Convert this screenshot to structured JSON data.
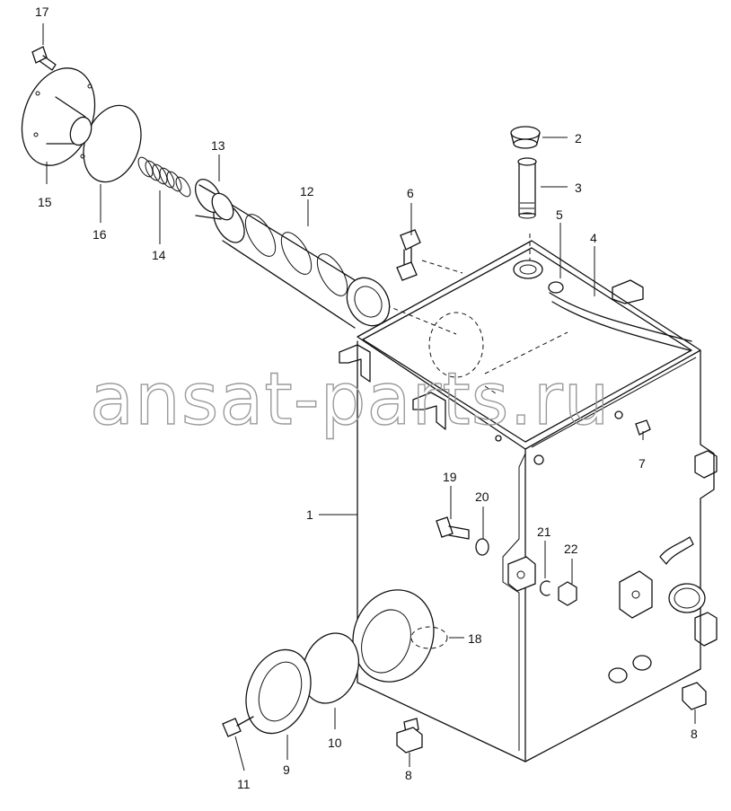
{
  "watermark": "ansat-parts.ru",
  "corner_mark": "",
  "callouts": [
    {
      "id": "p1",
      "text": "1"
    },
    {
      "id": "p2",
      "text": "2"
    },
    {
      "id": "p3",
      "text": "3"
    },
    {
      "id": "p4",
      "text": "4"
    },
    {
      "id": "p5",
      "text": "5"
    },
    {
      "id": "p6",
      "text": "6"
    },
    {
      "id": "p7",
      "text": "7"
    },
    {
      "id": "p8a",
      "text": "8"
    },
    {
      "id": "p8b",
      "text": "8"
    },
    {
      "id": "p9",
      "text": "9"
    },
    {
      "id": "p10",
      "text": "10"
    },
    {
      "id": "p11",
      "text": "11"
    },
    {
      "id": "p12",
      "text": "12"
    },
    {
      "id": "p13",
      "text": "13"
    },
    {
      "id": "p14",
      "text": "14"
    },
    {
      "id": "p15",
      "text": "15"
    },
    {
      "id": "p16",
      "text": "16"
    },
    {
      "id": "p17",
      "text": "17"
    },
    {
      "id": "p18",
      "text": "18"
    },
    {
      "id": "p19",
      "text": "19"
    },
    {
      "id": "p20",
      "text": "20"
    },
    {
      "id": "p21",
      "text": "21"
    },
    {
      "id": "p22",
      "text": "22"
    }
  ]
}
